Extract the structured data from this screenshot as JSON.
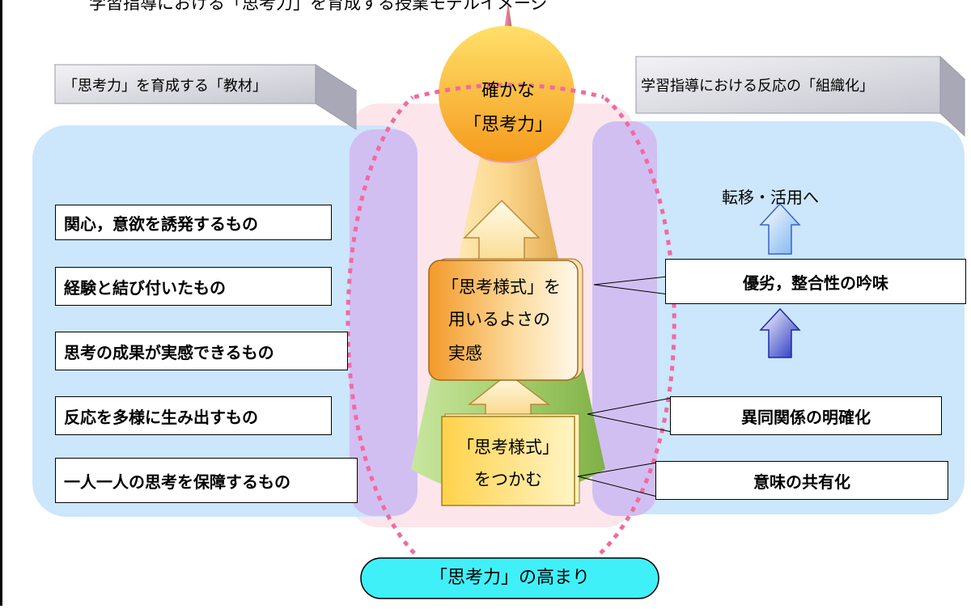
{
  "title_partial": "学習指導における「思考力」を育成する授業モデルイメージ",
  "left_header": "「思考力」を育成する「教材」",
  "right_header": "学習指導における反応の「組織化」",
  "left_items": [
    "関心，意欲を誘発するもの",
    "経験と結び付いたもの",
    "思考の成果が実感できるもの",
    "反応を多様に生み出すもの",
    "一人一人の思考を保障するもの"
  ],
  "right_items": {
    "transfer": "転移・活用へ",
    "evaluation": "優劣，整合性の吟味",
    "clarify": "異同関係の明確化",
    "share": "意味の共有化"
  },
  "center": {
    "top_line1": "確かな",
    "top_line2": "「思考力」",
    "mid_line1": "「思考様式」を",
    "mid_line2": "用いるよさの",
    "mid_line3": "実感",
    "low_line1": "「思考様式」",
    "low_line2": "をつかむ"
  },
  "bottom_label": "「思考力」の高まり",
  "colors": {
    "light_blue": "#cce6fc",
    "lavender": "#d2bff2",
    "pink": "#fce6ec",
    "dotted_pink": "#f06aa0",
    "orange": "#f5a020",
    "green": "#a8d070",
    "cyan": "#40f0f8",
    "arrow_blue": "#2030c0"
  }
}
